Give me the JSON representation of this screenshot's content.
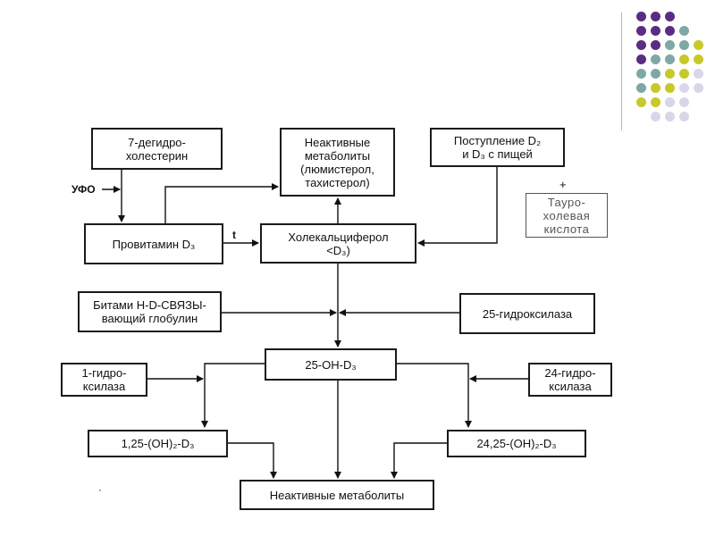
{
  "diagram": {
    "boxes": {
      "dehydro": "7-дегидро-\nхолестерин",
      "inactive_top": "Неактивные\nметаболиты\n(люмистерол,\nтахистерол)",
      "intake": "Поступление D₂\nи D₃ с пищей",
      "taurine": "Тауро-\nхолевая\nкислота",
      "provitamin": "Провитамин D₃",
      "cholecalciferol": "Холекальциферол\n<D₃)",
      "globulin": "Битами Н-D-СВЯЗЫ-\nвающий глобулин",
      "hydroxylase25": "25-гидроксилаза",
      "oh25": "25-OH-D₃",
      "hydroxylase1": "1-гидро-\nксилаза",
      "hydroxylase24": "24-гидро-\nксилаза",
      "d125": "1,25-(OH)₂-D₃",
      "d2425": "24,25-(OH)₂-D₃",
      "inactive_bottom": "Неактивные метаболиты"
    },
    "labels": {
      "ufo": "УФО",
      "t": "t",
      "plus": "+",
      "stray": "·"
    }
  },
  "decor": {
    "dot_colors": {
      "purple": "#5b2c83",
      "teal": "#7fa7a6",
      "olive": "#c7c92a",
      "lavender": "#d9d6ea"
    }
  }
}
